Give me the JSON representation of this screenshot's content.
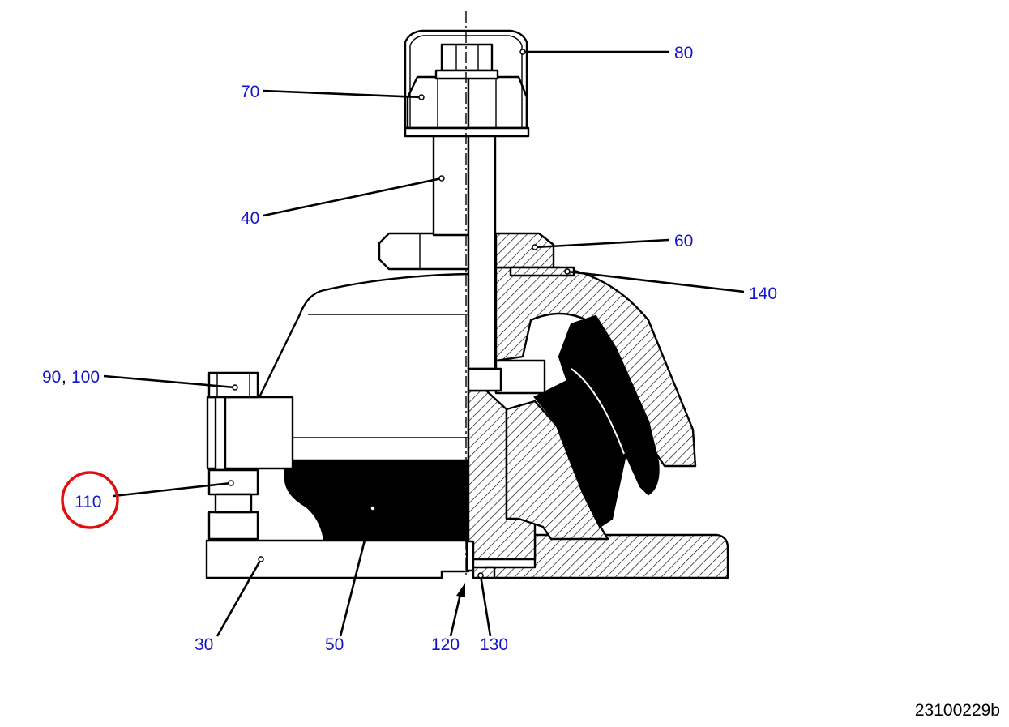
{
  "callouts": {
    "c80": "80",
    "c70": "70",
    "c40": "40",
    "c60": "60",
    "c140": "140",
    "c90": "90",
    "c100": "100",
    "c110": "110",
    "c30": "30",
    "c50": "50",
    "c120": "120",
    "c130": "130"
  },
  "callout_sep": ",",
  "drawing_number": "23100229b",
  "colors": {
    "callout_text": "#1414c8",
    "highlight_circle": "#e01010",
    "line": "#000000"
  },
  "highlighted_callout": "110"
}
